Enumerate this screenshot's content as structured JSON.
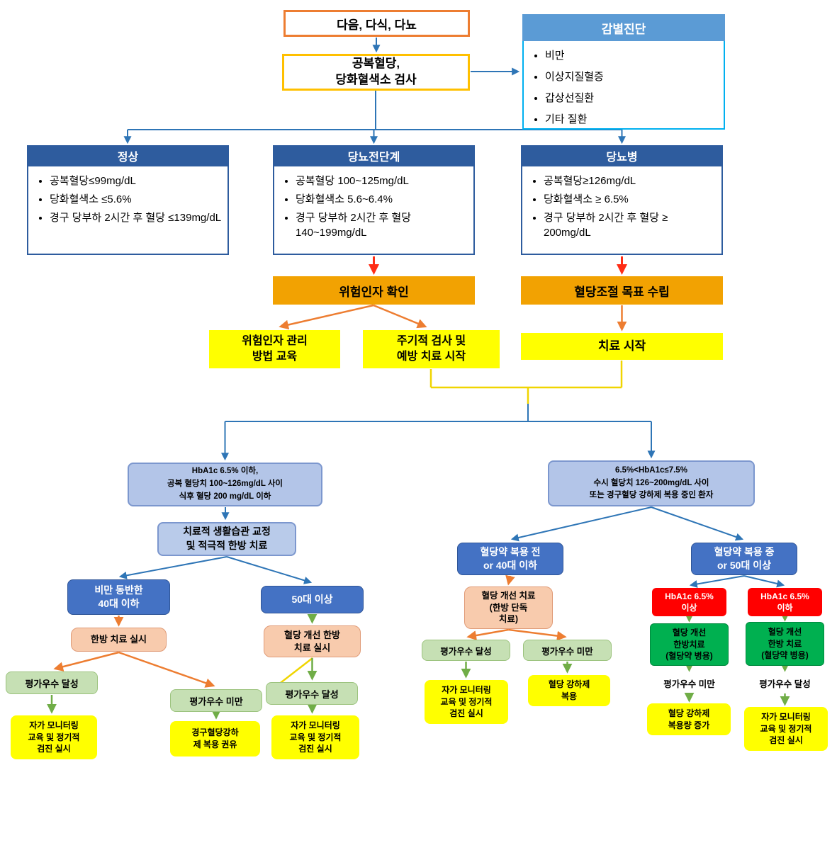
{
  "colors": {
    "top_outline": "#ED7D31",
    "test_outline": "#FFC000",
    "diff_header": "#5B9BD5",
    "diff_border": "#00B0F0",
    "category_header": "#2E5C9E",
    "orange_step": "#F2A202",
    "yellow_step": "#FFFF00",
    "criteria_box": "#B3C5E8",
    "blue_node": "#4472C4",
    "pink_node": "#F8CBAD",
    "light_green_node": "#C6E0B4",
    "green_node": "#00B050",
    "red_node": "#FF0000",
    "arrow_blue": "#2E75B6",
    "arrow_red": "#FF2D16",
    "arrow_orange": "#ED7D31",
    "arrow_green": "#70AD47",
    "arrow_yellow": "#F0D500"
  },
  "nodes": {
    "symptoms": "다음, 다식, 다뇨",
    "test": "공복혈당,\n당화혈색소 검사",
    "differential": {
      "title": "감별진단",
      "items": [
        "비만",
        "이상지질혈증",
        "갑상선질환",
        "기타 질환"
      ]
    },
    "normal": {
      "title": "정상",
      "items": [
        "공복혈당≤99mg/dL",
        "당화혈색소 ≤5.6%",
        "경구 당부하 2시간 후 혈당 ≤139mg/dL"
      ]
    },
    "prediabetes": {
      "title": "당뇨전단계",
      "items": [
        "공복혈당 100~125mg/dL",
        "당화혈색소 5.6~6.4%",
        "경구 당부하 2시간 후 혈당 140~199mg/dL"
      ]
    },
    "diabetes": {
      "title": "당뇨병",
      "items": [
        "공복혈당≥126mg/dL",
        "당화혈색소 ≥ 6.5%",
        "경구 당부하 2시간 후 혈당 ≥ 200mg/dL"
      ]
    },
    "risk_check": "위험인자 확인",
    "goal_setting": "혈당조절 목표 수립",
    "risk_education": "위험인자 관리\n방법 교육",
    "periodic_test": "주기적 검사 및\n예방 치료 시작",
    "treatment_start": "치료 시작",
    "criteria_left": "HbA1c 6.5% 이하,\n공복 혈당치 100~126mg/dL 사이\n식후 혈당 200 mg/dL 이하",
    "criteria_right": "6.5%<HbA1c≤7.5%\n수시 혈당치 126~200mg/dL 사이\n또는 경구혈당 강하제 복용 중인 환자",
    "lifestyle": "치료적 생활습관 교정\n및 적극적 한방 치료",
    "obese_under40": "비만 동반한\n40대 이하",
    "over50": "50대 이상",
    "hanbang_treatment": "한방 치료 실시",
    "glucose_hanbang": "혈당 개선 한방\n치료 실시",
    "eval_pass": "평가우수 달성",
    "eval_fail": "평가우수 미만",
    "self_monitoring": "자가 모니터링\n교육 및 정기적\n검진 실시",
    "oral_med_recommend": "경구혈당강하\n제 복용 권유",
    "before_med": "혈당약 복용 전\nor 40대 이하",
    "on_med": "혈당약 복용 중\nor 50대 이상",
    "glucose_treatment_solo": "혈당 개선 치료\n(한방 단독\n치료)",
    "med_take": "혈당 강하제\n복용",
    "hba1c_over": "HbA1c 6.5%\n이상",
    "hba1c_under": "HbA1c 6.5%\n이하",
    "green_combo_1": "혈당 개선\n한방치료\n(혈당약 병용)",
    "green_combo_2": "혈당 개선\n한방 치료\n(혈당약 병용)",
    "med_increase": "혈당 강하제\n복용량 증가"
  }
}
